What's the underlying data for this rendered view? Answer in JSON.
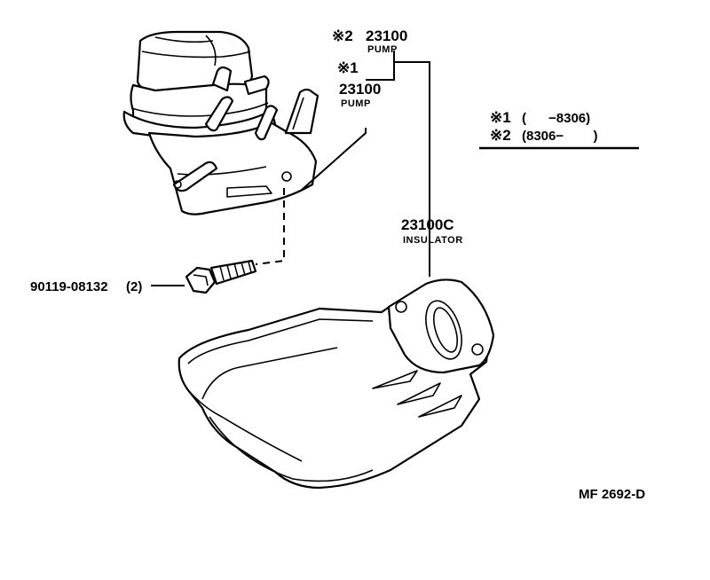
{
  "callouts": {
    "pump_var2": {
      "mark": "※2",
      "number": "23100",
      "name": "PUMP"
    },
    "pump_var1": {
      "mark": "※1",
      "number": "23100",
      "name": "PUMP"
    },
    "insulator": {
      "number": "23100C",
      "name": "INSULATOR"
    },
    "bolt": {
      "number": "90119-08132",
      "qty": "(2)"
    }
  },
  "legend": {
    "row1": {
      "mark": "※1",
      "range": "(      −8306)"
    },
    "row2": {
      "mark": "※2",
      "range": "(8306−        )"
    }
  },
  "figure_code": "MF 2692-D"
}
